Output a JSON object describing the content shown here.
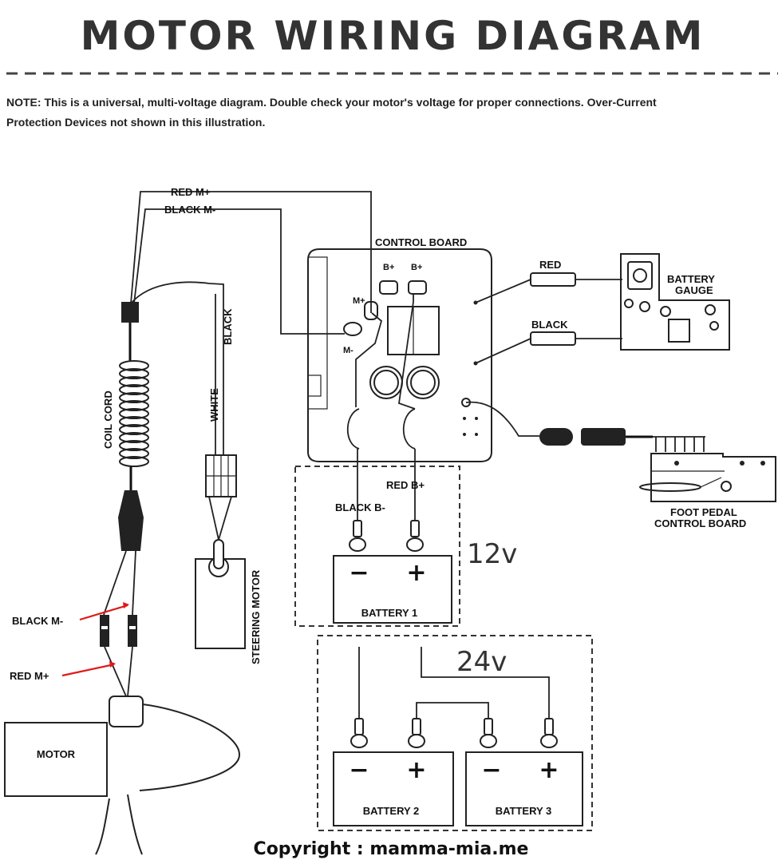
{
  "title": "MOTOR WIRING DIAGRAM",
  "note": {
    "line1": "NOTE: This is a universal, multi-voltage diagram. Double check your motor's voltage for proper connections. Over-Current",
    "line2": "Protection Devices not shown in this illustration."
  },
  "labels": {
    "red_m_plus_top": "RED M+",
    "black_m_minus_top": "BLACK M-",
    "control_board": "CONTROL BOARD",
    "b_plus_1": "B+",
    "b_plus_2": "B+",
    "m_plus": "M+",
    "m_minus": "M-",
    "red_gauge": "RED",
    "black_gauge": "BLACK",
    "battery_gauge_1": "BATTERY",
    "battery_gauge_2": "GAUGE",
    "black_vert": "BLACK",
    "white_vert": "WHITE",
    "coil_cord": "COIL CORD",
    "steering_motor": "STEERING MOTOR",
    "red_b_plus": "RED B+",
    "black_b_minus": "BLACK B-",
    "foot_pedal_1": "FOOT PEDAL",
    "foot_pedal_2": "CONTROL BOARD",
    "black_m_minus_low": "BLACK M-",
    "red_m_plus_low": "RED M+",
    "motor": "MOTOR"
  },
  "voltages": {
    "v12": "12v",
    "v24": "24v"
  },
  "batteries": {
    "battery1": "BATTERY 1",
    "battery2": "BATTERY 2",
    "battery3": "BATTERY 3",
    "minus": "−",
    "plus": "+"
  },
  "copyright": "Copyright : mamma-mia.me",
  "colors": {
    "ink": "#222222",
    "accent_wire": "#e01818",
    "background": "#ffffff"
  }
}
